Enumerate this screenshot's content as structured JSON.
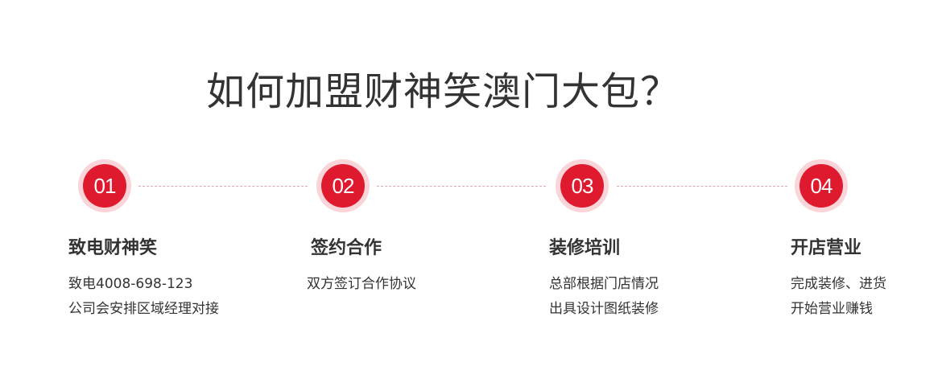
{
  "title": "如何加盟财神笑澳门大包？",
  "colors": {
    "accent": "#e01a2e",
    "accent_ring": "#f9d4d8",
    "connector": "#d9a7ad",
    "text": "#333333"
  },
  "steps": [
    {
      "number": "01",
      "title": "致电财神笑",
      "lines": [
        "致电4008-698-123",
        "公司会安排区域经理对接"
      ]
    },
    {
      "number": "02",
      "title": "签约合作",
      "lines": [
        "双方签订合作协议"
      ]
    },
    {
      "number": "03",
      "title": "装修培训",
      "lines": [
        "总部根据门店情况",
        "出具设计图纸装修"
      ]
    },
    {
      "number": "04",
      "title": "开店营业",
      "lines": [
        "完成装修、进货",
        "开始营业赚钱"
      ]
    }
  ]
}
